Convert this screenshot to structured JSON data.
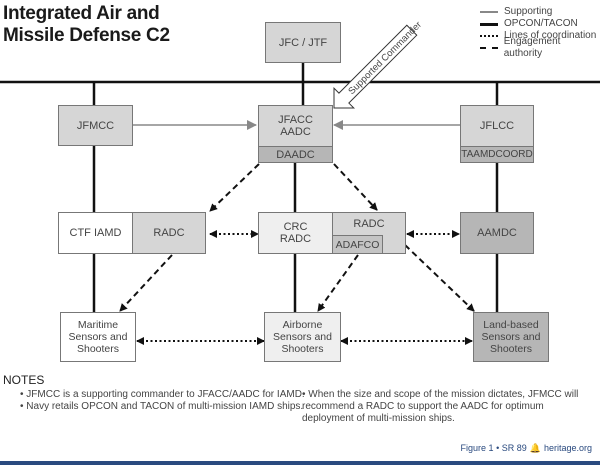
{
  "title": [
    "Integrated Air and",
    "Missile Defense C2"
  ],
  "legend": [
    {
      "label": "Supporting",
      "style": "supporting"
    },
    {
      "label": "OPCON/TACON",
      "style": "opcon"
    },
    {
      "label": "Lines of coordination",
      "style": "coord"
    },
    {
      "label": "Engagement authority",
      "style": "engage"
    }
  ],
  "callout": "Supported Commander",
  "boxes": {
    "jfc": "JFC / JTF",
    "jfmcc": "JFMCC",
    "jfacc": "JFACC\nAADC",
    "daadc": "DAADC",
    "jflcc": "JFLCC",
    "taamdcoord": "TAAMDCOORD",
    "ctf": "CTF IAMD",
    "radc_left": "RADC",
    "crc": "CRC\nRADC",
    "radc_mid": "RADC",
    "adafco": "ADAFCO",
    "aamdc": "AAMDC",
    "maritime": "Maritime\nSensors and\nShooters",
    "airborne": "Airborne\nSensors and\nShooters",
    "land": "Land-based\nSensors and\nShooters"
  },
  "notes": {
    "title": "NOTES",
    "left": [
      "• JFMCC is a supporting commander to JFACC/AADC for IAMD.",
      "• Navy retails OPCON and TACON of multi-mission IAMD ships."
    ],
    "right": "• When the size and scope of the mission dictates, JFMCC will recommend a RADC to support the AADC for optimum deployment of multi-mission ships."
  },
  "footer": {
    "figure": "Figure 1 • SR 89",
    "site": "heritage.org"
  },
  "colors": {
    "brand": "#2a4a7f"
  }
}
